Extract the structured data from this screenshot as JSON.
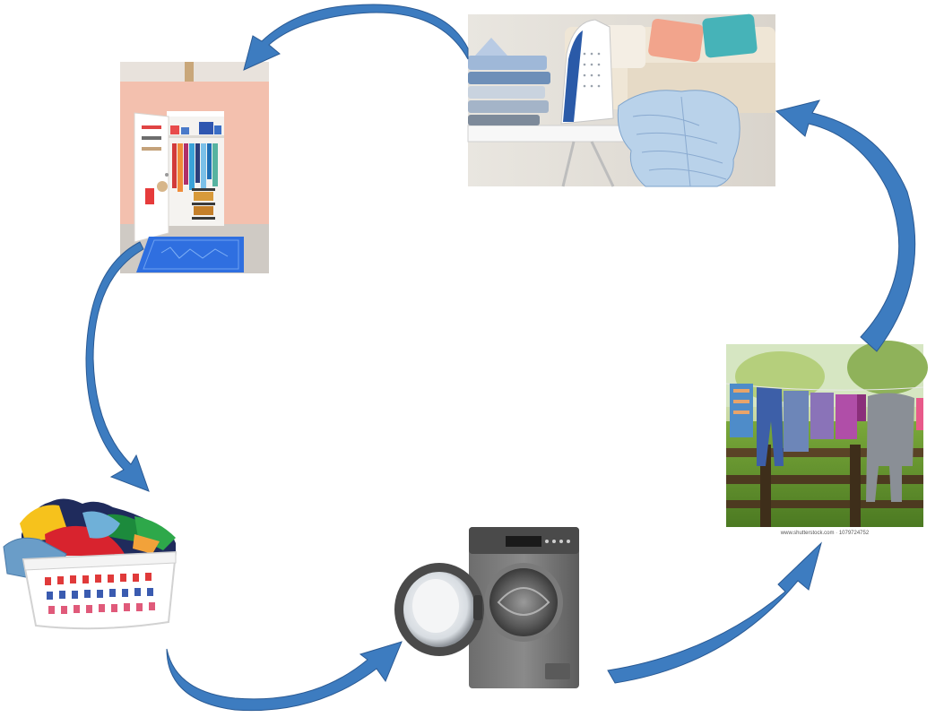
{
  "cycle": {
    "steps": [
      {
        "id": "laundry-basket",
        "icon": "laundry-basket-icon"
      },
      {
        "id": "washing-machine",
        "icon": "washing-machine-icon"
      },
      {
        "id": "drying-line",
        "icon": "clothesline-icon"
      },
      {
        "id": "ironing",
        "icon": "iron-icon"
      },
      {
        "id": "closet",
        "icon": "wardrobe-icon"
      }
    ],
    "arrow_color": "#3d7cc0",
    "arrow_outline": "#2a5a94"
  },
  "drying_photo": {
    "watermark": "shutterstock",
    "credit": "www.shutterstock.com · 1079724752"
  }
}
